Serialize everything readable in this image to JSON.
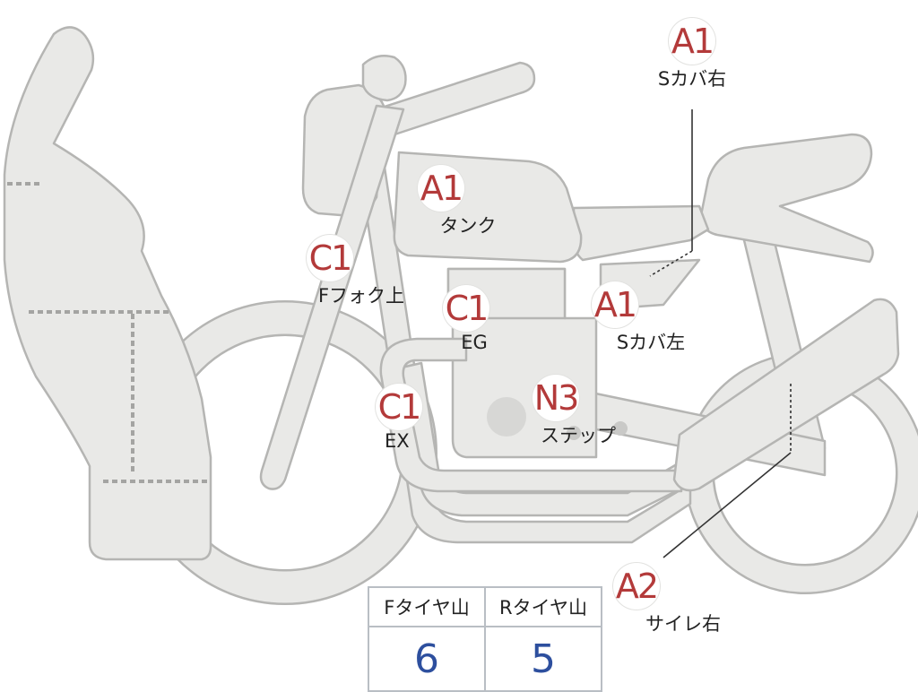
{
  "markers": {
    "s_cover_right": {
      "grade": "A1",
      "label": "Sカバ右"
    },
    "tank": {
      "grade": "A1",
      "label": "タンク"
    },
    "f_fork_upper": {
      "grade": "C1",
      "label": "Fフォク上"
    },
    "engine": {
      "grade": "C1",
      "label": "EG"
    },
    "s_cover_left": {
      "grade": "A1",
      "label": "Sカバ左"
    },
    "exhaust": {
      "grade": "C1",
      "label": "EX"
    },
    "step": {
      "grade": "N3",
      "label": "ステップ"
    },
    "silencer_right": {
      "grade": "A2",
      "label": "サイレ右"
    }
  },
  "tire_table": {
    "front_header": "Fタイヤ山",
    "rear_header": "Rタイヤ山",
    "front_value": "6",
    "rear_value": "5"
  },
  "colors": {
    "part_fill": "#e9e9e7",
    "part_outline": "#b5b5b3",
    "grade_text": "#b33a3a",
    "tire_value_text": "#2d4f9e"
  }
}
